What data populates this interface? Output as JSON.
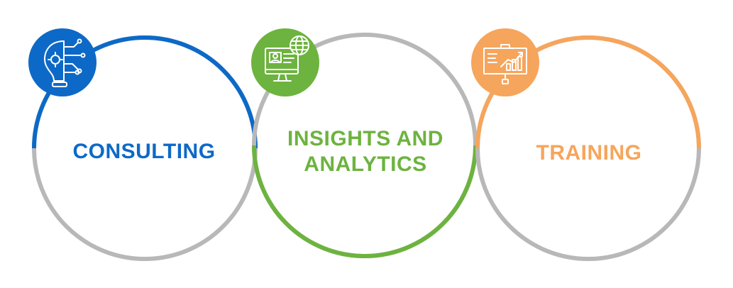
{
  "colors": {
    "blue": "#0d69c7",
    "green": "#6db33f",
    "orange": "#f6a55c",
    "gray": "#b8b8b8"
  },
  "items": [
    {
      "key": "consulting",
      "lines": [
        "CONSULTING"
      ],
      "color": "#0d69c7",
      "icon": "lightbulb-gear-circuit-icon"
    },
    {
      "key": "insights",
      "lines": [
        "INSIGHTS AND",
        "ANALYTICS"
      ],
      "color": "#6db33f",
      "icon": "monitor-globe-icon"
    },
    {
      "key": "training",
      "lines": [
        "TRAINING"
      ],
      "color": "#f6a55c",
      "icon": "presentation-board-chart-icon"
    }
  ]
}
